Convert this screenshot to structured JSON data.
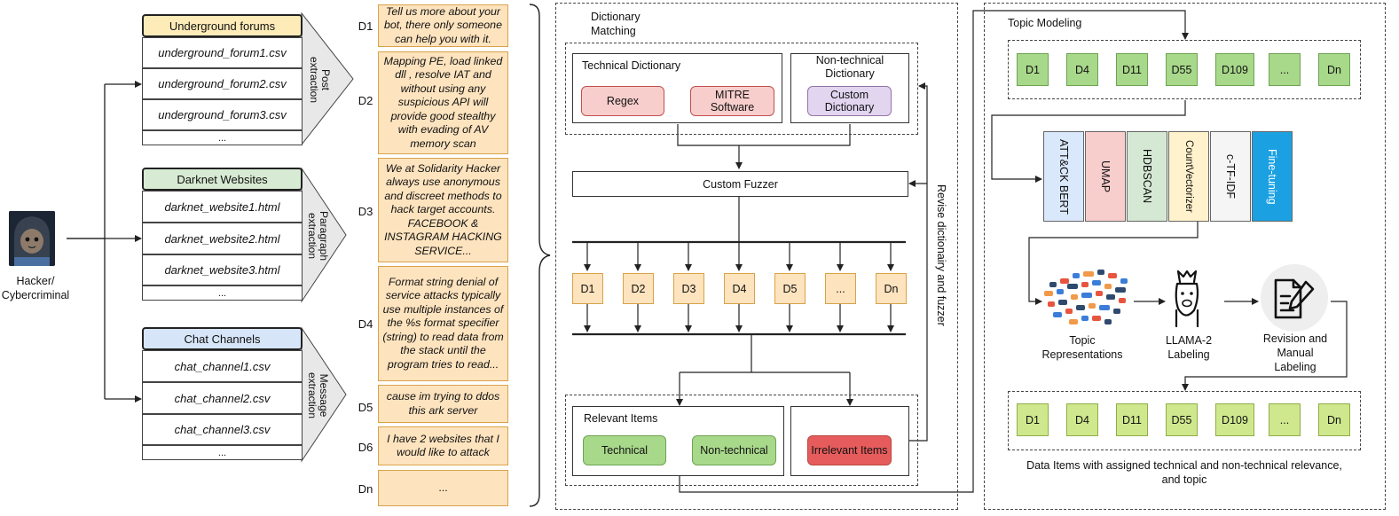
{
  "hacker": {
    "label_line1": "Hacker/",
    "label_line2": "Cybercriminal"
  },
  "sources": [
    {
      "title": "Underground forums",
      "files": [
        "underground_forum1.csv",
        "underground_forum2.csv",
        "underground_forum3.csv",
        "..."
      ],
      "extraction_line1": "Post",
      "extraction_line2": "extraction",
      "color": "#fdebb8"
    },
    {
      "title": "Darknet Websites",
      "files": [
        "darknet_website1.html",
        "darknet_website2.html",
        "darknet_website3.html",
        "..."
      ],
      "extraction_line1": "Paragraph",
      "extraction_line2": "extraction",
      "color": "#d7ead3"
    },
    {
      "title": "Chat Channels",
      "files": [
        "chat_channel1.csv",
        "chat_channel2.csv",
        "chat_channel3.csv",
        "..."
      ],
      "extraction_line1": "Message",
      "extraction_line2": "extraction",
      "color": "#d6e5f7"
    }
  ],
  "data_items": [
    {
      "id": "D1",
      "text": "Tell us more about your bot, there only someone can help you with it."
    },
    {
      "id": "D2",
      "text": "Mapping PE, load linked dll , resolve IAT and without using any suspicious API will provide good stealthy with evading of AV memory scan"
    },
    {
      "id": "D3",
      "text": "We at Solidarity Hacker always use anonymous and discreet methods to hack target accounts. FACEBOOK & INSTAGRAM HACKING SERVICE..."
    },
    {
      "id": "D4",
      "text": "Format string denial of service attacks typically use multiple instances of the %s format specifier (string) to read data from the stack until the program tries to read..."
    },
    {
      "id": "D5",
      "text": "cause im trying to ddos this ark server"
    },
    {
      "id": "D6",
      "text": "I have 2 websites that I would like to attack"
    },
    {
      "id": "Dn",
      "text": "..."
    }
  ],
  "dictionary": {
    "title_line1": "Dictionary",
    "title_line2": "Matching",
    "technical_title": "Technical Dictionary",
    "regex": "Regex",
    "mitre_line1": "MITRE",
    "mitre_line2": "Software",
    "nontech_title_line1": "Non-technical",
    "nontech_title_line2": "Dictionary",
    "custom_line1": "Custom",
    "custom_line2": "Dictionary",
    "fuzzer": "Custom Fuzzer",
    "docs": [
      "D1",
      "D2",
      "D3",
      "D4",
      "D5",
      "...",
      "Dn"
    ],
    "relevant_title": "Relevant Items",
    "technical": "Technical",
    "nontechnical": "Non-technical",
    "irrelevant": "Irrelevant Items",
    "revise": "Revise dictionairy and fuzzer"
  },
  "topic": {
    "title": "Topic Modeling",
    "docs_top": [
      "D1",
      "D4",
      "D11",
      "D55",
      "D109",
      "...",
      "Dn"
    ],
    "models": [
      {
        "name": "ATT&CK BERT",
        "color": "#dae8fc",
        "text_color": "#111111"
      },
      {
        "name": "UMAP",
        "color": "#f8cecc",
        "text_color": "#111111"
      },
      {
        "name": "HDBSCAN",
        "color": "#d5e8d4",
        "text_color": "#111111"
      },
      {
        "name": "CountVectorizer",
        "color": "#fff2cc",
        "text_color": "#111111"
      },
      {
        "name": "c-TF-IDF",
        "color": "#f5f5f5",
        "text_color": "#111111"
      },
      {
        "name": "Fine-tuning",
        "color": "#1ba1e2",
        "text_color": "#ffffff"
      }
    ],
    "topic_repr_line1": "Topic",
    "topic_repr_line2": "Representations",
    "llama_line1": "LLAMA-2",
    "llama_line2": "Labeling",
    "revision_line1": "Revision and",
    "revision_line2": "Manual",
    "revision_line3": "Labeling",
    "docs_bottom": [
      "D1",
      "D4",
      "D11",
      "D55",
      "D109",
      "...",
      "Dn"
    ],
    "caption_line1": "Data Items with assigned technical and non-technical relevance,",
    "caption_line2": "and topic"
  },
  "colors": {
    "red_pill": "#f8cecc",
    "red_pill_border": "#c0504d",
    "purple_pill": "#e1d5f0",
    "purple_pill_border": "#9673a6",
    "green_pill": "#a8d88a",
    "irrelevant_pill": "#e65c5c"
  }
}
